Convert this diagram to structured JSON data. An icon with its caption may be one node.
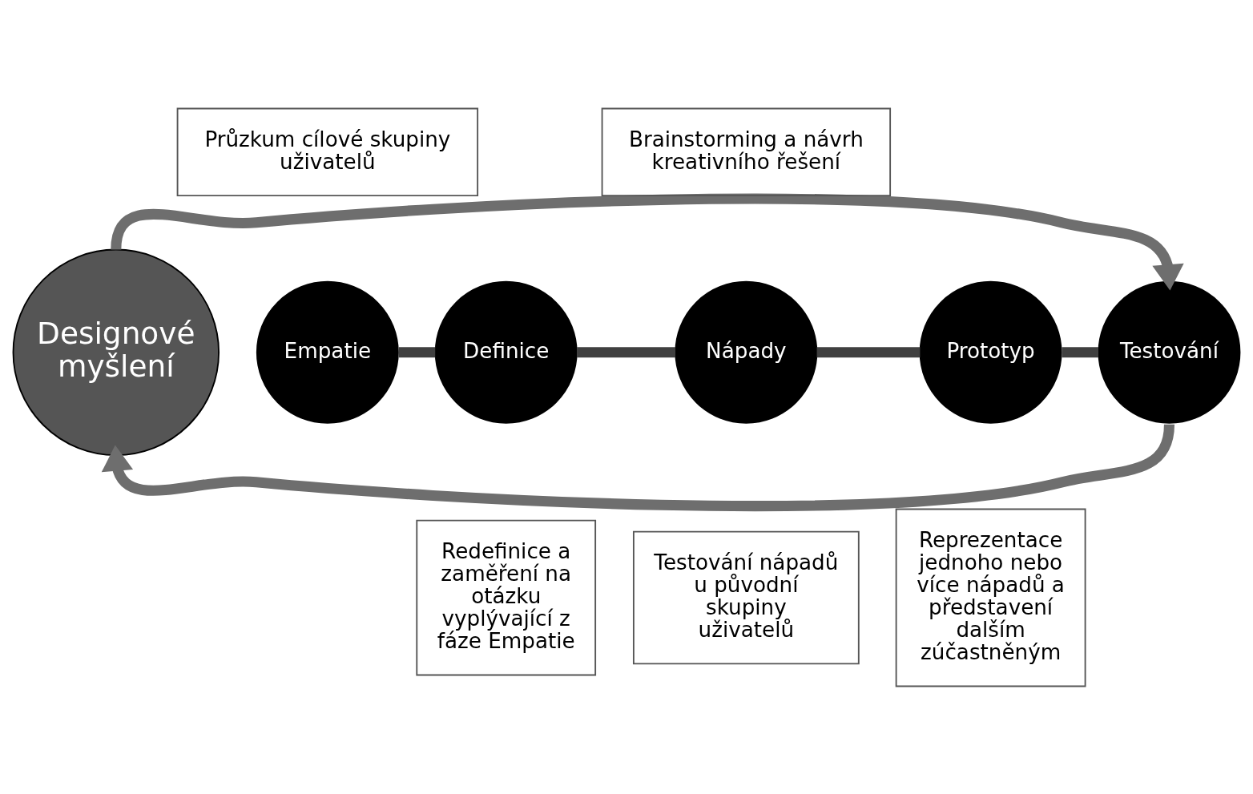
{
  "diagram": {
    "nodes": [
      {
        "text": [
          "Designové myšlení"
        ]
      },
      {
        "text": [
          "Empatie"
        ]
      },
      {
        "text": [
          "Definice"
        ]
      },
      {
        "text": [
          "Nápady"
        ]
      },
      {
        "text": [
          "Prototyp"
        ]
      },
      {
        "text": [
          "Testování"
        ]
      },
      {
        "text": [
          "Průzkum cílové skupiny uživatelů"
        ]
      },
      {
        "text": [
          "Brainstorming a návrh kreativního řešení"
        ]
      },
      {
        "text": [
          "Redefinice a zaměření na otázku vyplývající z fáze Empatie"
        ]
      },
      {
        "text": [
          "Testování nápadů u původní skupiny uživatelů"
        ]
      },
      {
        "text": [
          "Reprezentace jednoho nebo více nápadů a představení dalším zúčastněným"
        ]
      }
    ],
    "edges": [
      {
        "from": 1,
        "to": 2,
        "arrow": "none"
      },
      {
        "from": 2,
        "to": 3,
        "arrow": "none"
      },
      {
        "from": 3,
        "to": 4,
        "arrow": "none"
      },
      {
        "from": 4,
        "to": 5,
        "arrow": "none"
      },
      {
        "from": 0,
        "to": 5,
        "arrow": "to",
        "color": "#6e6e6e"
      },
      {
        "from": 5,
        "to": 0,
        "arrow": "to",
        "color": "#6e6e6e"
      }
    ]
  }
}
